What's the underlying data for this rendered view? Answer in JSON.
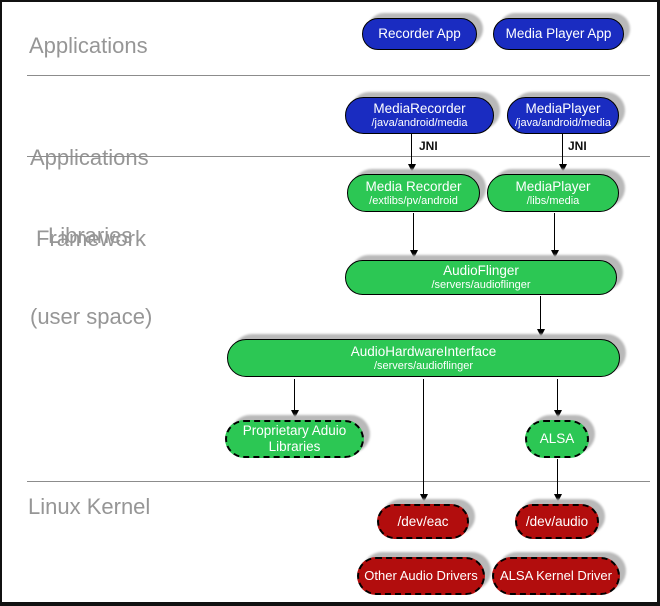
{
  "layers": {
    "applications": {
      "label": "Applications"
    },
    "framework": {
      "line1": "Applications",
      "line2": "Framework"
    },
    "libraries": {
      "line1": "Libraries",
      "line2": "(user space)"
    },
    "kernel": {
      "label": "Linux Kernel"
    }
  },
  "nodes": {
    "recorder_app": {
      "label": "Recorder App",
      "layer": "applications",
      "color": "#1a2cc1",
      "border": "solid"
    },
    "media_player_app": {
      "label": "Media Player App",
      "layer": "applications",
      "color": "#1a2cc1",
      "border": "solid"
    },
    "media_recorder_fw": {
      "label": "MediaRecorder",
      "path": "/java/android/media",
      "layer": "framework",
      "color": "#1a2cc1",
      "border": "solid"
    },
    "media_player_fw": {
      "label": "MediaPlayer",
      "path": "/java/android/media",
      "layer": "framework",
      "color": "#1a2cc1",
      "border": "solid"
    },
    "media_recorder_lib": {
      "label": "Media Recorder",
      "path": "/extlibs/pv/android",
      "layer": "libraries",
      "color": "#2cc754",
      "border": "solid"
    },
    "media_player_lib": {
      "label": "MediaPlayer",
      "path": "/libs/media",
      "layer": "libraries",
      "color": "#2cc754",
      "border": "solid"
    },
    "audio_flinger": {
      "label": "AudioFlinger",
      "path": "/servers/audioflinger",
      "layer": "libraries",
      "color": "#2cc754",
      "border": "solid"
    },
    "audio_hardware_interface": {
      "label": "AudioHardwareInterface",
      "path": "/servers/audioflinger",
      "layer": "libraries",
      "color": "#2cc754",
      "border": "solid"
    },
    "proprietary_audio_libraries": {
      "label": "Proprietary Aduio",
      "label2": "Libraries",
      "layer": "libraries",
      "color": "#2cc754",
      "border": "dashed"
    },
    "alsa": {
      "label": "ALSA",
      "layer": "libraries",
      "color": "#2cc754",
      "border": "dashed"
    },
    "dev_eac": {
      "label": "/dev/eac",
      "layer": "kernel",
      "color": "#b20d0d",
      "border": "dashed"
    },
    "dev_audio": {
      "label": "/dev/audio",
      "layer": "kernel",
      "color": "#b20d0d",
      "border": "dashed"
    },
    "other_audio_drivers": {
      "label": "Other Audio Drivers",
      "layer": "kernel",
      "color": "#b20d0d",
      "border": "dashed"
    },
    "alsa_kernel_driver": {
      "label": "ALSA Kernel Driver",
      "layer": "kernel",
      "color": "#b20d0d",
      "border": "dashed"
    }
  },
  "edges": [
    {
      "from": "media_recorder_fw",
      "to": "media_recorder_lib",
      "label": "JNI"
    },
    {
      "from": "media_player_fw",
      "to": "media_player_lib",
      "label": "JNI"
    },
    {
      "from": "media_recorder_lib",
      "to": "audio_flinger",
      "label": ""
    },
    {
      "from": "media_player_lib",
      "to": "audio_flinger",
      "label": ""
    },
    {
      "from": "audio_flinger",
      "to": "audio_hardware_interface",
      "label": ""
    },
    {
      "from": "audio_hardware_interface",
      "to": "proprietary_audio_libraries",
      "label": ""
    },
    {
      "from": "audio_hardware_interface",
      "to": "dev_eac",
      "label": ""
    },
    {
      "from": "audio_hardware_interface",
      "to": "alsa",
      "label": ""
    },
    {
      "from": "alsa",
      "to": "dev_audio",
      "label": ""
    }
  ],
  "colors": {
    "app_blue": "#1a2cc1",
    "lib_green": "#2cc754",
    "kernel_red": "#b20d0d",
    "label_gray": "#969696",
    "divider_gray": "#8c8c8c",
    "shadow_gray": "#b9b9b9",
    "text_white": "#ffffff",
    "line_black": "#000000"
  }
}
